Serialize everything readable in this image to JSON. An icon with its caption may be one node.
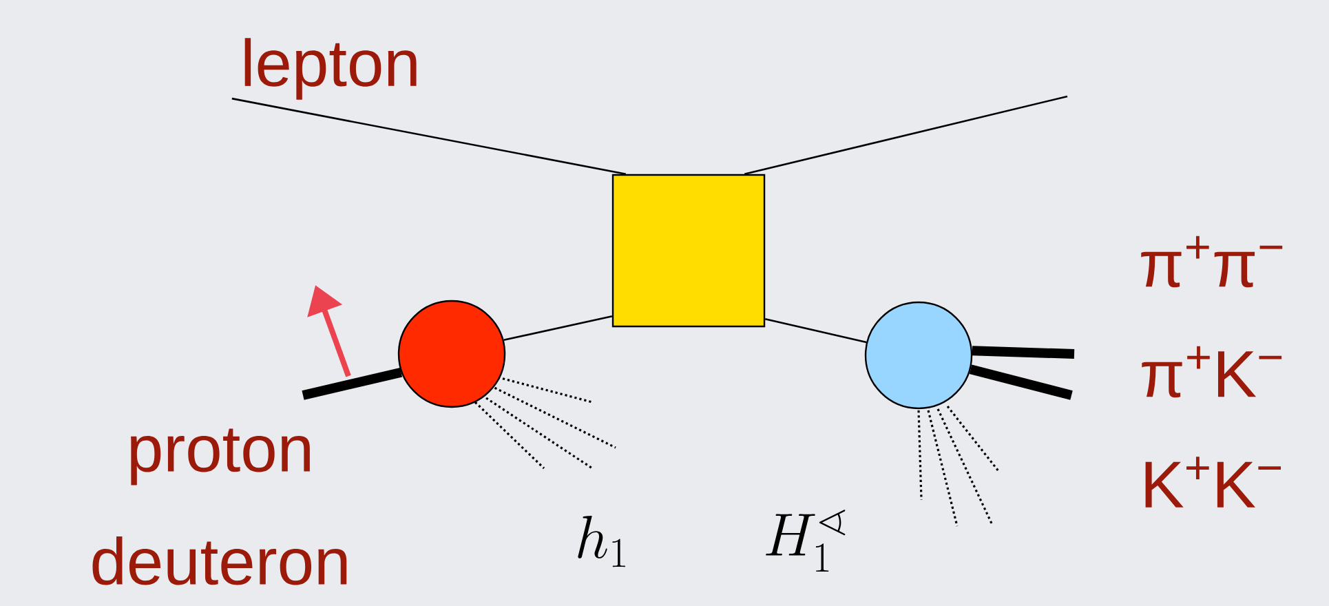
{
  "diagram": {
    "nodes": [
      {
        "text": [
          "lepton"
        ]
      },
      {
        "text": [],
        "shape": "box"
      },
      {
        "text": [],
        "shape": "circle"
      },
      {
        "text": [],
        "shape": "circle"
      }
    ],
    "edges": [
      {
        "from": 0,
        "to": 1,
        "arrow": "none"
      },
      {
        "from": 1,
        "to": null,
        "arrow": "none"
      },
      {
        "from": null,
        "to": 2,
        "arrow": "none",
        "style": "thick"
      },
      {
        "from": 2,
        "to": 1,
        "arrow": "none"
      },
      {
        "from": 1,
        "to": 3,
        "arrow": "none"
      },
      {
        "from": 3,
        "to": null,
        "arrow": "none",
        "style": "thick"
      },
      {
        "from": 3,
        "to": null,
        "arrow": "none",
        "style": "thick"
      }
    ],
    "labels": [
      "proton deuteron",
      "h_1",
      "H_1^{\\sphericalangle}",
      "π$^{+}$π$^{−}$",
      "π$^{+}$K$^{−}$",
      "K$^{+}$K$^{−}$"
    ]
  }
}
